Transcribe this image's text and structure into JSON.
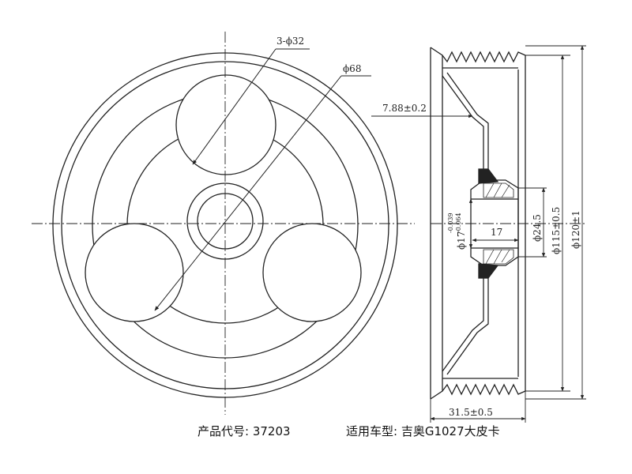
{
  "front_view": {
    "holes_label": "3-ϕ32",
    "pcd_label": "ϕ68"
  },
  "side_view": {
    "offset_label": "7.88±0.2",
    "bore_label": "ϕ17",
    "bore_tol_upper": "-0.039",
    "bore_tol_lower": "-0.064",
    "hub_width_label": "17",
    "hub_dia_label": "ϕ24.5",
    "inner_dia_label": "ϕ115±0.5",
    "outer_dia_label": "ϕ120±1",
    "width_label": "31.5±0.5"
  },
  "caption": {
    "product_code_label": "产品代号:",
    "product_code": "37203",
    "application_label": "适用车型:",
    "application": "吉奥G1027大皮卡"
  },
  "colors": {
    "line": "#222222",
    "fill_section": "#222222",
    "background": "#ffffff"
  }
}
